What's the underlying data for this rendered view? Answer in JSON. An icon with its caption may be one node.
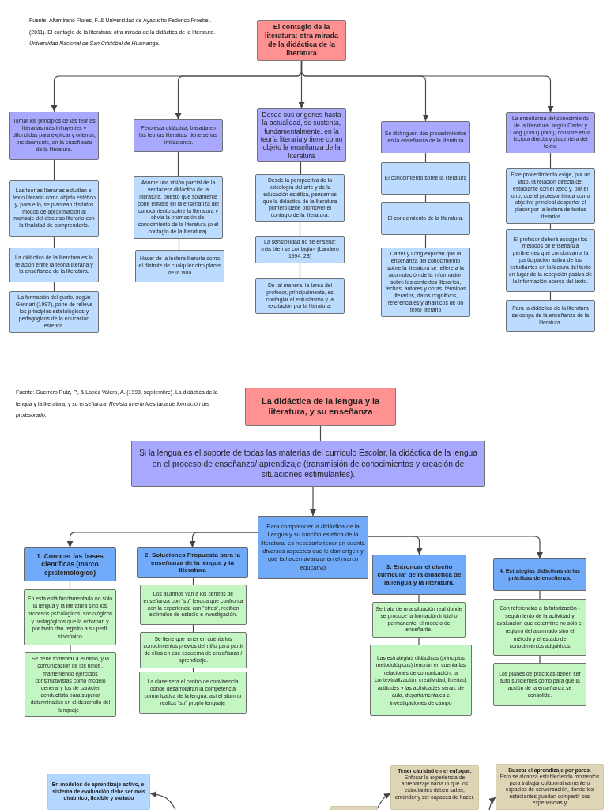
{
  "diagram": {
    "nodes": [
      {
        "text": [
          "El contagio de la literatura: otra mirada de la didáctica de la literatura"
        ]
      },
      {
        "text": [
          "Tomar los principios de las teorías literarias más influyentes y difundidas para explicar y orientar, precisamente, en la enseñanza de la literatura."
        ]
      },
      {
        "text": [
          "Las teorías literarias estudian el texto literario como objeto estético y, para ello, se plantean distintos modos de aproximación al mensaje del discurso literario con la finalidad de comprenderlo."
        ]
      },
      {
        "text": [
          "La didáctica de la literatura es la relación entre la teoría literaria y la enseñanza de la literatura."
        ]
      },
      {
        "text": [
          "La formación del gusto, según Gennari (1997), pone de relieve los principios estetológicos y pedagógicos de la educación estética."
        ]
      },
      {
        "text": [
          "Pero esta didáctica, basada en las teorías literarias, tiene serias limitaciones."
        ]
      },
      {
        "text": [
          "Asume una visión parcial de la verdadera didáctica de la literatura, puesto que solamente pone énfasis en la enseñanza del conocimiento sobre la literatura y obvia la promoción del conocimiento de la literatura (o el contagio de la literatura)."
        ]
      },
      {
        "text": [
          "Hacer de la lectura literaria como el disfrute de cualquier otro placer de la vida"
        ]
      },
      {
        "text": [
          "Desde sus orígenes hasta la actualidad, se sustenta, fundamentalmente, en la teoría literaria y tiene como objeto la enseñanza de la literatura"
        ]
      },
      {
        "text": [
          "Desde la perspectiva de la psicología del arte y de la educación estética, pensamos que la didáctica de la literatura primero debe promover el contagio de la literatura."
        ]
      },
      {
        "text": [
          "La sensibilidad no se enseña; más bien se contagia» (Landero 1994: 28)"
        ]
      },
      {
        "text": [
          "De tal manera, la tarea del profesor, principalmente, es contagiar el entusiasmo y la excitación por la literatura."
        ]
      },
      {
        "text": [
          "Se distinguen dos procedimientos en la enseñanza de la literatura"
        ]
      },
      {
        "text": [
          "El conocimiento sobre la literatura"
        ]
      },
      {
        "text": [
          "El conocimiento de la literatura."
        ]
      },
      {
        "text": [
          "Carter y Long explican que la enseñanza del conocimiento sobre la literatura se refiere a la acumulación de la información sobre los contextos literarios, fechas, autores y obras, términos literarios, datos cognitivos, referenciales y analíticos de un texto literario"
        ]
      },
      {
        "text": [
          "La enseñanza del conocimiento de la literatura, según Carter y Long (1991) (ibid.), consiste en la lectura directa y placentera del texto."
        ]
      },
      {
        "text": [
          "Este procedimiento exige, por un lado, la relación directa del estudiante con el texto y, por el otro, que el profesor tenga como objetivo principal despertar el placer por la lectura de textos literarios"
        ]
      },
      {
        "text": [
          "El profesor deberá escoger los métodos de enseñanza pertinentes que conduzcan a la participación activa de los estudiantes en la lectura del texto en lugar de la recepción pasiva de la información acerca del texto."
        ]
      },
      {
        "text": [
          "Para la didáctica de la literatura se ocupa de la enseñanza de la literatura."
        ]
      },
      {
        "text": [
          "La didáctica de la lengua y la literatura, y su enseñanza"
        ]
      },
      {
        "text": [
          "Si la lengua es el soporte de todas las materias del currículo Escolar, la didáctica de la lengua en el proceso de enseñanza/ aprendizaje (transmisión de conocimientos y creación de situaciones estimulantes)."
        ]
      },
      {
        "text": [
          "Para comprender la didáctica de la Lengua y su función estética de la literatura, es necesario tener en cuenta diversos aspectos que le dan origen y que la hacen avanzar en el marco educativo"
        ]
      },
      {
        "text": [
          "1. Conocer las bases científicas (marco epistemológico)"
        ]
      },
      {
        "text": [
          "En esta está fundamentada no sólo la lengua y la literatura sino los procesos psicológicos, sociológicos y pedagógicos que la entornan y por tanto dan registro a su perfil sincrónico"
        ]
      },
      {
        "text": [
          "Se debe fomentar a el ritmo, y la comunicación de los niños , manteniendo ejercicios constructivistas como modelo general y los de carácter conductista para superar determinados en el desarrollo del lenguaje ."
        ]
      },
      {
        "text": [
          "2. Soluciones Propuesta para la enseñanza de la lengua y la literatura"
        ]
      },
      {
        "text": [
          "Los alumnos van a los centros de enseñanza con \"su\" lengua que confronta con la experiencia con \"otros\", reciben estímulos de estudio e investigación."
        ]
      },
      {
        "text": [
          "Se tiene que tener en cuenta los conocimientos previos del niño para partir de ellos en ese esquema de enseñanza / aprendizaje."
        ]
      },
      {
        "text": [
          "La clase sera el centro de convivencia donde desarrollarán la competencia comunicativa de la lengua, así el alumno realiza \"su\" propio lenguaje"
        ]
      },
      {
        "text": [
          "3. Entroncar el diseño curricular de la didáctica de la lengua y la literatura."
        ]
      },
      {
        "text": [
          "Se trata de una situación real donde se produce la formación inicial o permanente, el modelo de enseñante."
        ]
      },
      {
        "text": [
          "Las estrategias didácticas (principios metodológicos) tendrán en cuenta las relaciones de comunicación, la contextualización, creatividad, libertad, actitudes y las actividades serán: de aula, departamentales e investigaciones de campo"
        ]
      },
      {
        "text": [
          "4. Estrategias didácticas de las prácticas de enseñanza."
        ]
      },
      {
        "text": [
          "Con referencias a la tutorización - seguimiento de la actividad y evaluación que determine no solo el registro del alumnado sino el método y el estado de conocimientos adquiridos"
        ]
      },
      {
        "text": [
          "Los planes de prácticas deben ser auto suficientes como para que la acción de la enseñanza se consolide."
        ]
      },
      {
        "text": [
          "En modelos de aprendizaje activo, el sistema de evaluación debe ser más dinámico, flexible y variado"
        ]
      },
      {
        "text": [],
        "shape": "box"
      },
      {
        "text": [
          "Tener claridad en el enfoque.",
          "Enfocar la experiencia de aprendizaje hacia lo que los estudiantes deben saber, entender y ser capaces de hacer."
        ]
      },
      {
        "text": [
          "Buscar el aprendizaje por pares.",
          "Esto se alcanza estableciendo momentos para trabajar colaborativamente o espacios de conversación, donde los estudiantes puedan compartir sus experiencias y"
        ]
      }
    ],
    "edges": [
      {
        "from": 0,
        "to": 1,
        "arrow": "to"
      },
      {
        "from": 0,
        "to": 5,
        "arrow": "to"
      },
      {
        "from": 0,
        "to": 8,
        "arrow": "to"
      },
      {
        "from": 0,
        "to": 12,
        "arrow": "to"
      },
      {
        "from": 0,
        "to": 16,
        "arrow": "to"
      },
      {
        "from": 1,
        "to": 2,
        "arrow": "none"
      },
      {
        "from": 2,
        "to": 3,
        "arrow": "none"
      },
      {
        "from": 3,
        "to": 4,
        "arrow": "none"
      },
      {
        "from": 5,
        "to": 6,
        "arrow": "none"
      },
      {
        "from": 6,
        "to": 7,
        "arrow": "none"
      },
      {
        "from": 8,
        "to": 9,
        "arrow": "none"
      },
      {
        "from": 9,
        "to": 10,
        "arrow": "none"
      },
      {
        "from": 10,
        "to": 11,
        "arrow": "none"
      },
      {
        "from": 12,
        "to": 13,
        "arrow": "none"
      },
      {
        "from": 13,
        "to": 14,
        "arrow": "none"
      },
      {
        "from": 14,
        "to": 15,
        "arrow": "none"
      },
      {
        "from": 16,
        "to": 17,
        "arrow": "none"
      },
      {
        "from": 17,
        "to": 18,
        "arrow": "none"
      },
      {
        "from": 18,
        "to": 19,
        "arrow": "none"
      },
      {
        "from": 20,
        "to": 21,
        "arrow": "none"
      },
      {
        "from": 21,
        "to": 22,
        "arrow": "to"
      },
      {
        "from": 22,
        "to": 23,
        "arrow": "to"
      },
      {
        "from": 22,
        "to": 26,
        "arrow": "to"
      },
      {
        "from": 22,
        "to": 30,
        "arrow": "to"
      },
      {
        "from": 22,
        "to": 33,
        "arrow": "to"
      },
      {
        "from": 23,
        "to": 24,
        "arrow": "none"
      },
      {
        "from": 24,
        "to": 25,
        "arrow": "none"
      },
      {
        "from": 26,
        "to": 27,
        "arrow": "none"
      },
      {
        "from": 27,
        "to": 28,
        "arrow": "none"
      },
      {
        "from": 28,
        "to": 29,
        "arrow": "none"
      },
      {
        "from": 30,
        "to": 31,
        "arrow": "none"
      },
      {
        "from": 31,
        "to": 32,
        "arrow": "none"
      },
      {
        "from": 33,
        "to": 34,
        "arrow": "none"
      },
      {
        "from": 34,
        "to": 35,
        "arrow": "none"
      },
      {
        "from": null,
        "to": 36,
        "arrow": "to"
      },
      {
        "from": 37,
        "to": 38,
        "arrow": "to"
      },
      {
        "from": null,
        "to": 39,
        "arrow": "to"
      }
    ],
    "labels": [
      "Fuente; Altamirano Flores, F. & Universidad de Ayacucho Federico Froebel. (2011). El contagio de la literatura: otra mirada de la didáctica de la literatura. *Universidad Nacional de San Cristóbal de Huamanga.*",
      "Fuente: Guerrero Ruiz, P., & Lopez Valero, A. (1993, septiembre). La didáctica de la lengua y la literatura, y su enseñanza. *Revista Interunivesttaria de formación del profesorado.*"
    ]
  }
}
